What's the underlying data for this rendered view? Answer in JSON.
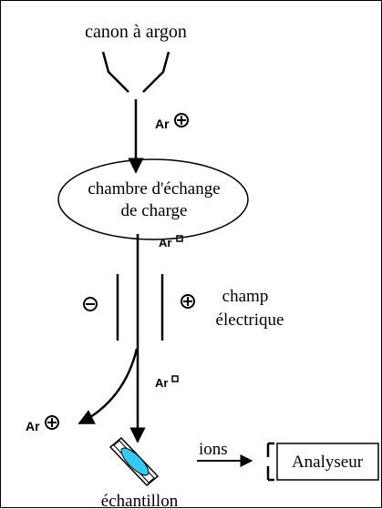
{
  "labels": {
    "source": "canon à argon",
    "chamber_line1": "chambre d'échange",
    "chamber_line2": "de charge",
    "ar_plus_top": "Ar",
    "ar_zero_1": "Ar",
    "ar_zero_2": "Ar",
    "ar_plus_left": "Ar",
    "field_line1": "champ",
    "field_line2": "électrique",
    "ions": "ions",
    "analyzer": "Analyseur",
    "sample": "échantillon"
  },
  "colors": {
    "line": "#000000",
    "sample_fill": "#33ccee"
  }
}
